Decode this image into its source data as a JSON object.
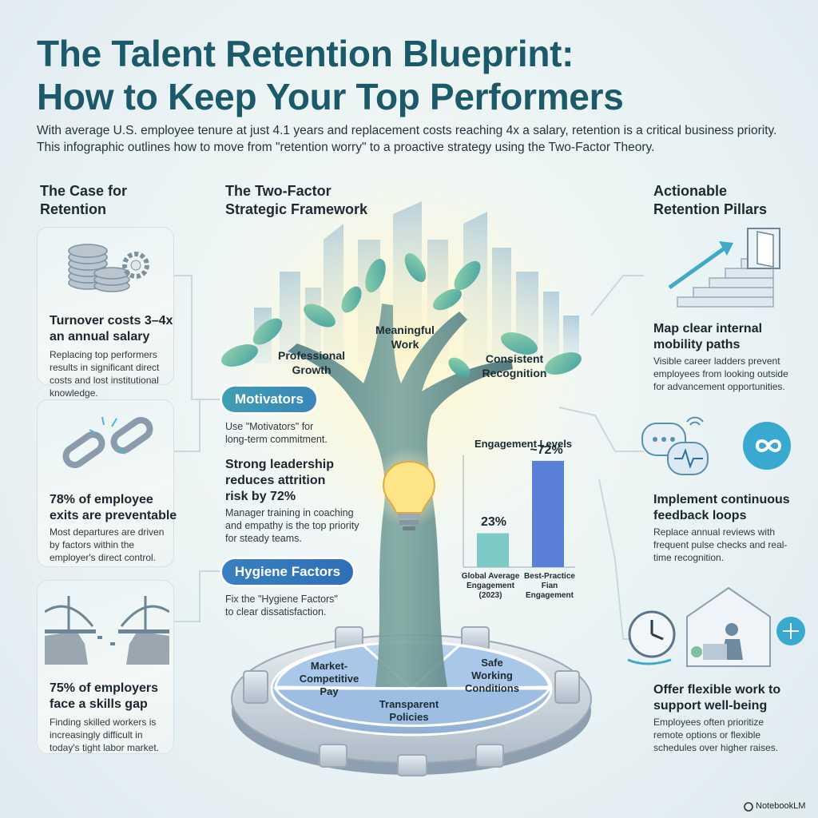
{
  "header": {
    "title_line1": "The Talent Retention Blueprint:",
    "title_line2": "How to Keep Your Top Performers",
    "intro": "With average U.S. employee tenure at just 4.1 years and replacement costs reaching 4x a salary, retention is a critical business priority. This infographic outlines how to move from \"retention worry\" to a proactive strategy using the Two-Factor Theory."
  },
  "left": {
    "heading_line1": "The Case for",
    "heading_line2": "Retention",
    "cards": [
      {
        "icon": "coins-gear-icon",
        "title_line1": "Turnover costs 3–4x",
        "title_line2": "an annual salary",
        "body": "Replacing top performers results in significant direct costs and lost institutional knowledge."
      },
      {
        "icon": "broken-chain-icon",
        "title_line1": "78% of employee",
        "title_line2": "exits are preventable",
        "body": "Most departures are driven by factors within the employer's direct control."
      },
      {
        "icon": "broken-bridge-icon",
        "title_line1": "75% of employers",
        "title_line2": "face a skills gap",
        "body": "Finding skilled workers is increasingly difficult in today's tight labor market."
      }
    ]
  },
  "center": {
    "heading_line1": "The Two-Factor",
    "heading_line2": "Strategic Framework",
    "branches": {
      "growth_line1": "Professional",
      "growth_line2": "Growth",
      "work_line1": "Meaningful",
      "work_line2": "Work",
      "recognition_line1": "Consistent",
      "recognition_line2": "Recognition"
    },
    "motivators_label": "Motivators",
    "motivators_text_line1": "Use \"Motivators\" for",
    "motivators_text_line2": "long-term commitment.",
    "leadership_title_line1": "Strong leadership",
    "leadership_title_line2": "reduces attrition",
    "leadership_title_line3": "risk by 72%",
    "leadership_body_line1": "Manager training in coaching",
    "leadership_body_line2": "and empathy is the top priority",
    "leadership_body_line3": "for steady teams.",
    "hygiene_label": "Hygiene Factors",
    "hygiene_text_line1": "Fix the \"Hygiene Factors\"",
    "hygiene_text_line2": "to clear dissatisfaction.",
    "gear": {
      "pay_line1": "Market-",
      "pay_line2": "Competitive",
      "pay_line3": "Pay",
      "policies_line1": "Transparent",
      "policies_line2": "Policies",
      "safe_line1": "Safe",
      "safe_line2": "Working",
      "safe_line3": "Conditions"
    }
  },
  "chart_data": {
    "type": "bar",
    "title": "Engagement Levels",
    "categories": [
      "Global Average Engagement (2023)",
      "Best-Practice Fian Engagement"
    ],
    "cat1_line1": "Global Average",
    "cat1_line2": "Engagement",
    "cat1_line3": "(2023)",
    "cat2_line1": "Best-Practice",
    "cat2_line2": "Fian",
    "cat2_line3": "Engagement",
    "values": [
      23,
      72
    ],
    "value_labels": [
      "23%",
      "~72%"
    ],
    "ylim": [
      0,
      100
    ],
    "colors": [
      "#3fb6b0",
      "#5a7fd6"
    ]
  },
  "right": {
    "heading_line1": "Actionable",
    "heading_line2": "Retention Pillars",
    "cards": [
      {
        "icon": "stairs-door-icon",
        "title_line1": "Map clear internal",
        "title_line2": "mobility paths",
        "body": "Visible career ladders prevent employees from looking outside for advancement opportunities."
      },
      {
        "icon": "feedback-loop-icon",
        "title_line1": "Implement continuous",
        "title_line2": "feedback loops",
        "body": "Replace annual reviews with frequent pulse checks and real-time recognition."
      },
      {
        "icon": "remote-work-icon",
        "title_line1": "Offer flexible work to",
        "title_line2": "support well-being",
        "body": "Employees often prioritize remote options or flexible schedules over higher raises."
      }
    ]
  },
  "footer": {
    "brand": "NotebookLM"
  },
  "colors": {
    "title": "#1c5a6a",
    "pill": "#2f6fb6",
    "teal": "#3fb6b0",
    "gear": "#c9d4dc"
  }
}
